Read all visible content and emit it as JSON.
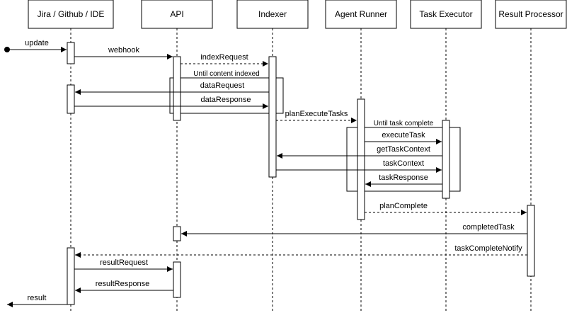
{
  "participants": [
    {
      "id": "p0",
      "label": "Jira / Github / IDE"
    },
    {
      "id": "p1",
      "label": "API"
    },
    {
      "id": "p2",
      "label": "Indexer"
    },
    {
      "id": "p3",
      "label": "Agent Runner"
    },
    {
      "id": "p4",
      "label": "Task Executor"
    },
    {
      "id": "p5",
      "label": "Result Processor"
    }
  ],
  "messages": {
    "update": "update",
    "webhook": "webhook",
    "indexRequest": "indexRequest",
    "dataRequest": "dataRequest",
    "dataResponse": "dataResponse",
    "planExecuteTasks": "planExecuteTasks",
    "executeTask": "executeTask",
    "getTaskContext": "getTaskContext",
    "taskContext": "taskContext",
    "taskResponse": "taskResponse",
    "planComplete": "planComplete",
    "completedTask": "completedTask",
    "taskCompleteNotify": "taskCompleteNotify",
    "resultRequest": "resultRequest",
    "resultResponse": "resultResponse",
    "result": "result"
  },
  "loops": {
    "contentIndexed": "Until content indexed",
    "taskComplete": "Until task complete"
  },
  "colors": {
    "line": "#000000",
    "background": "#ffffff"
  }
}
